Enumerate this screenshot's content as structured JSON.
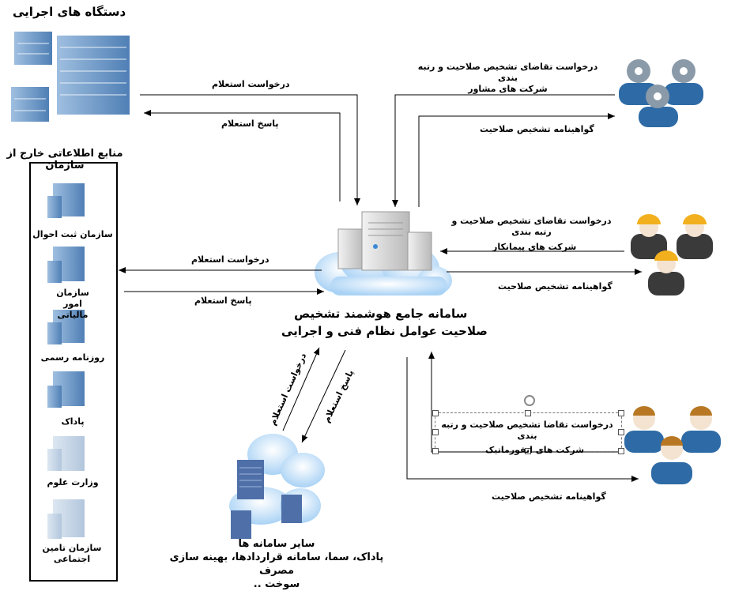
{
  "title": "دستگاه های اجرایی",
  "external_sources": {
    "title": "منابع اطلاعاتی خارج از سازمان",
    "items": [
      "سازمان ثبت احوال",
      "سازمان امور مالیاتی",
      "روزنامه رسمی",
      "پاداک",
      "وزارت علوم",
      "سازمان تامین اجتماعی"
    ]
  },
  "center": {
    "line1": "سامانه جامع هوشمند تشخیص",
    "line2": "صلاحیت عوامل نظام فنی و اجرایی"
  },
  "arrows": {
    "top_request": "درخواست استعلام",
    "top_response": "پاسخ استعلام",
    "mid_request": "درخواست استعلام",
    "mid_response": "پاسخ استعلام",
    "bottom_request": "درخواست استعلام",
    "bottom_response": "پاسخ استعلام"
  },
  "consultants": {
    "request": "درخواست تقاضای تشخیص صلاحیت و رتبه بندی",
    "name": "شرکت های مشاور",
    "certificate": "گواهینامه تشخیص صلاحیت"
  },
  "contractors": {
    "request": "درخواست تقاضای تشخیص صلاحیت و رتبه بندی",
    "name": "شرکت های پیمانکار",
    "certificate": "گواهینامه تشخیص صلاحیت"
  },
  "informatics": {
    "request": "درخواست تقاضا تشخیص صلاحیت و رتبه بندی",
    "name": "شرکت های انفورماتیک",
    "certificate": "گواهینامه تشخیص صلاحیت"
  },
  "other_systems": {
    "line1": "سایر سامانه ها",
    "line2": "پاداک، سما، سامانه قراردادها، بهینه سازی مصرف",
    "line3": "سوخت .."
  },
  "colors": {
    "building": "#6f9ac8",
    "building_faded": "#c3d3e6",
    "cloud": "#bcdcf7",
    "gear": "#8a9aa8",
    "helmet": "#f2b01e",
    "suit": "#3a3a3a",
    "shirt_blue": "#2e6ba6"
  }
}
